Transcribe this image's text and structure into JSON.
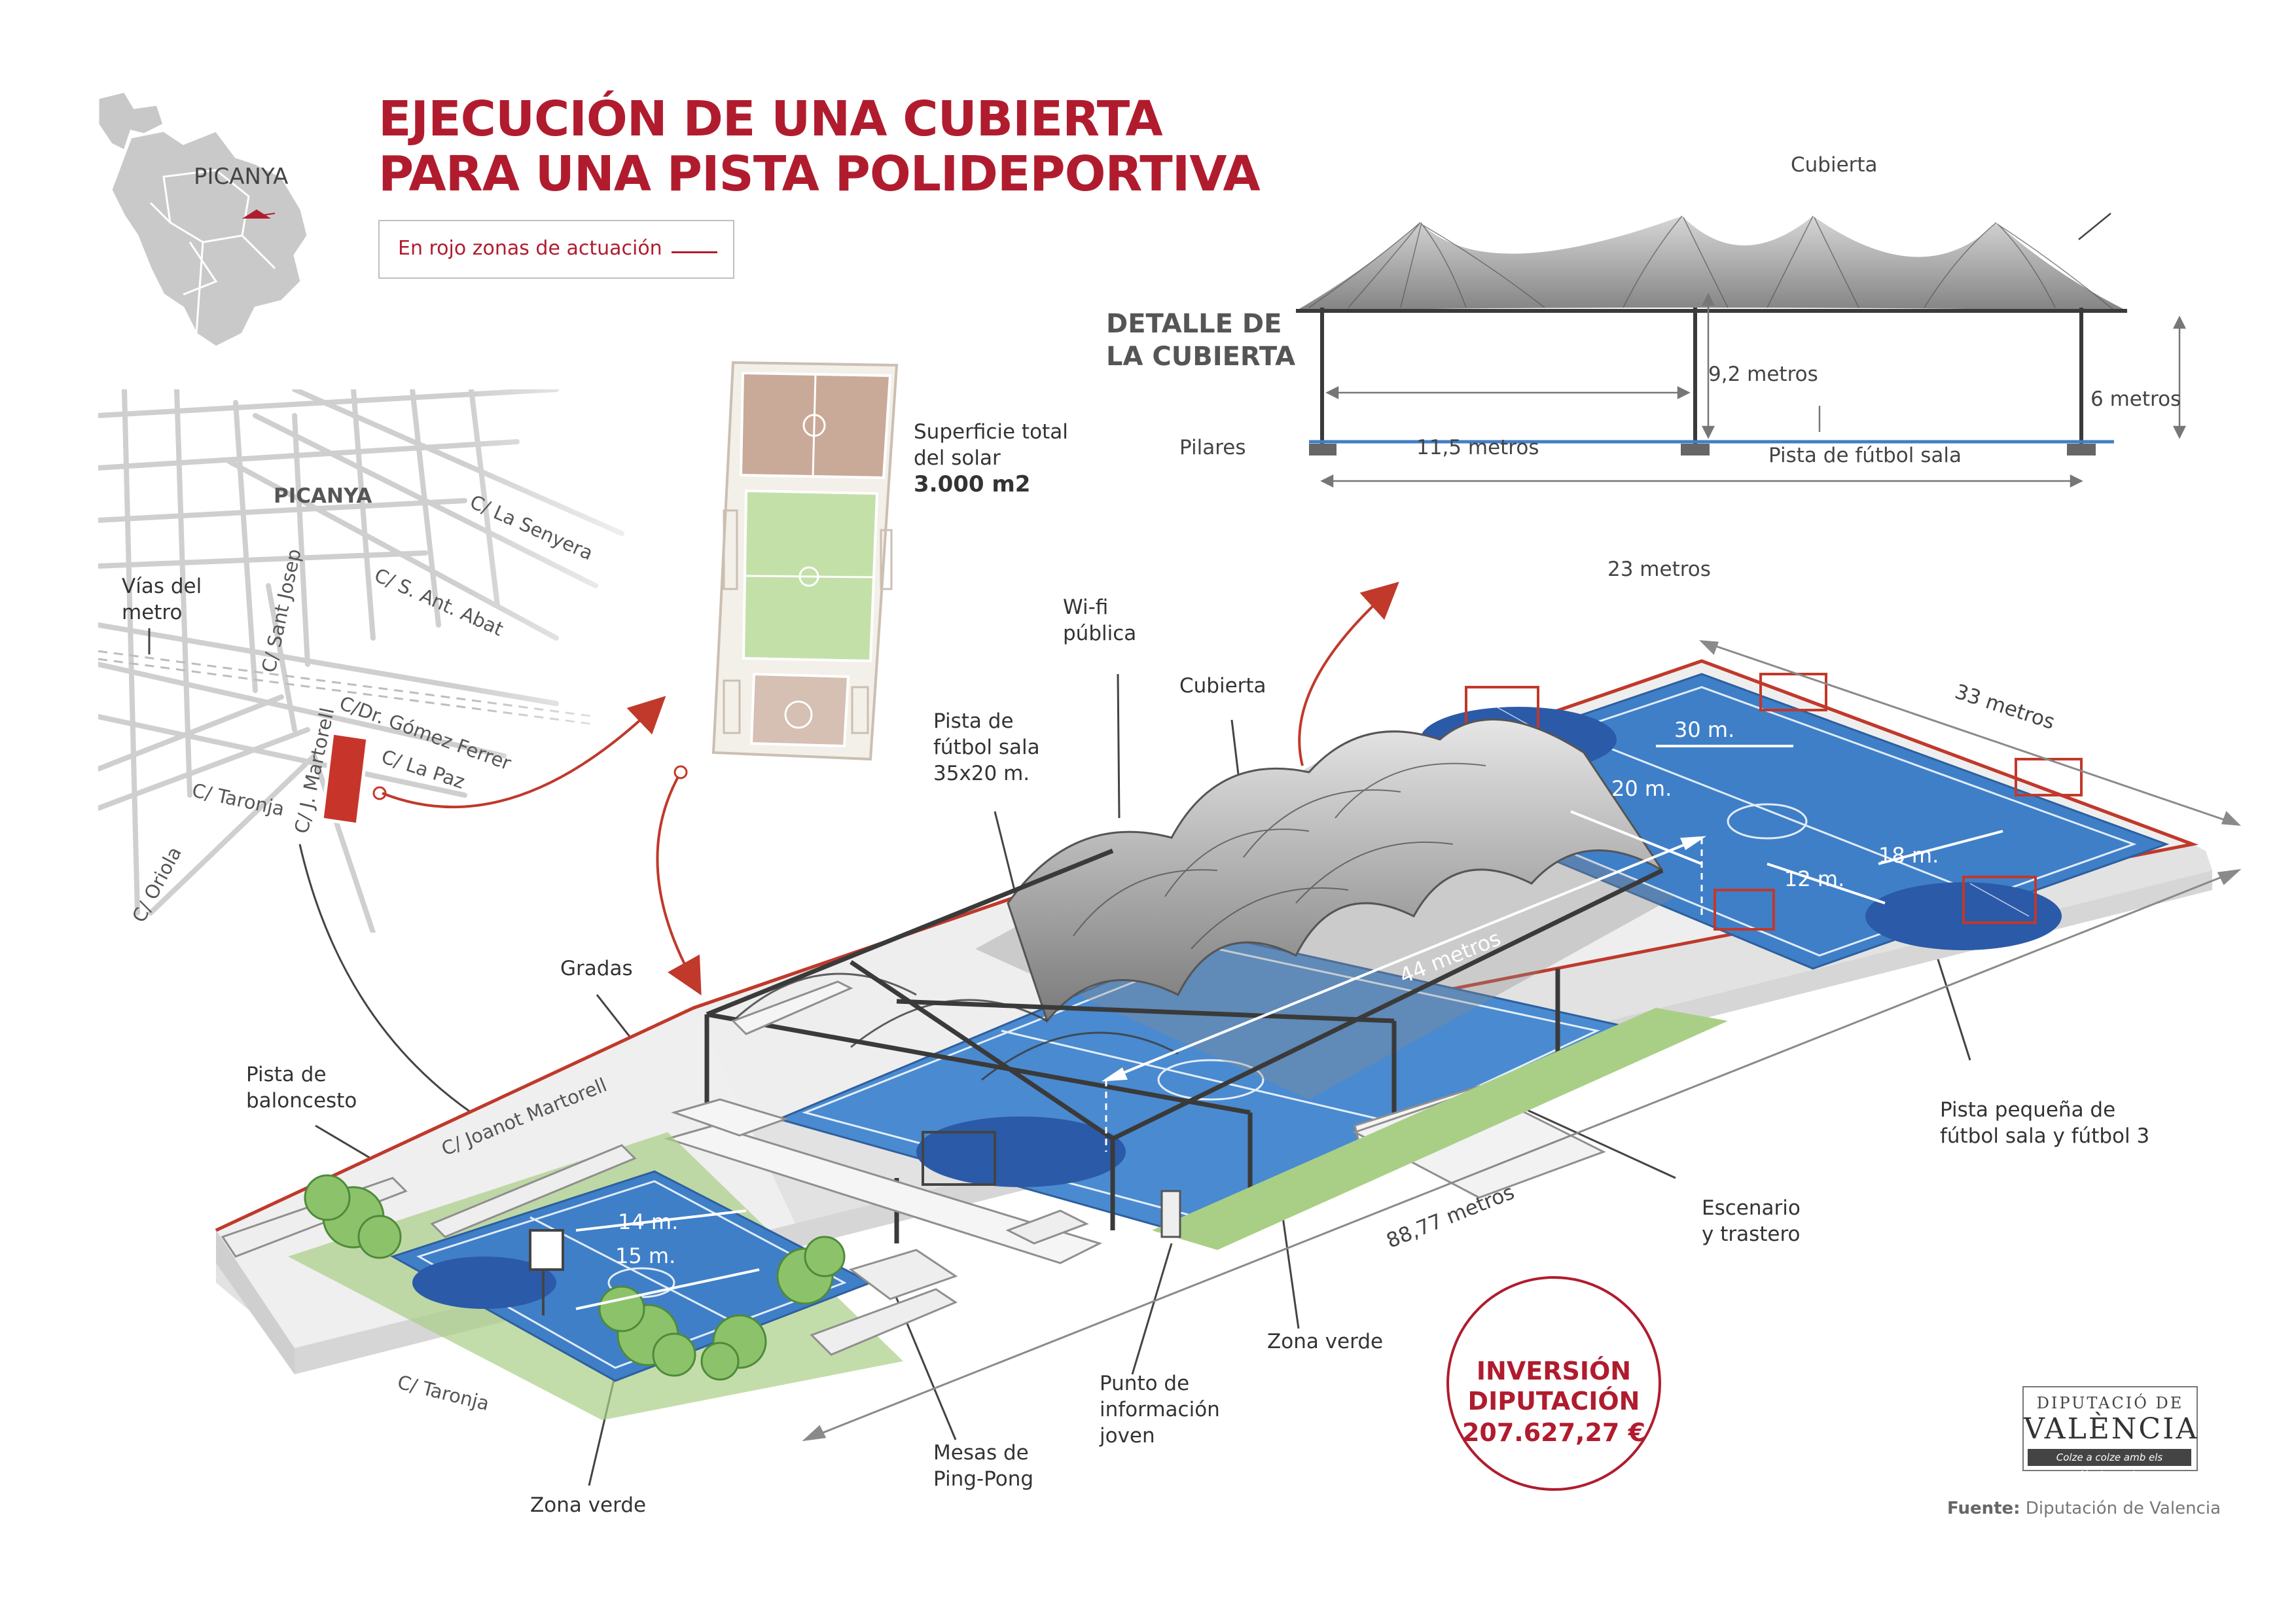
{
  "title": {
    "line1": "EJECUCIÓN DE UNA CUBIERTA",
    "line2": "PARA UNA PISTA POLIDEPORTIVA"
  },
  "legend": {
    "text": "En rojo zonas de actuación"
  },
  "locator_map": {
    "town": "PICANYA"
  },
  "street_map": {
    "town": "PICANYA",
    "metro_label_1": "Vías del",
    "metro_label_2": "metro",
    "streets": {
      "senyera": "C/ La Senyera",
      "ant_abat": "C/ S. Ant. Abat",
      "sant_josep": "C/ Sant Josep",
      "gomez_ferrer": "C/Dr. Gómez Ferrer",
      "la_paz": "C/ La Paz",
      "taronja": "C/ Taronja",
      "martorell": "C/ J. Martorell",
      "oriola": "C/ Oriola"
    }
  },
  "plot_info": {
    "line1": "Superficie total",
    "line2": "del solar",
    "area": "3.000 m2"
  },
  "detail": {
    "header1": "DETALLE DE",
    "header2": "LA CUBIERTA",
    "cubierta": "Cubierta",
    "height_center": "9,2 metros",
    "height_side": "6 metros",
    "pilares": "Pilares",
    "half_width": "11,5 metros",
    "court": "Pista de fútbol sala",
    "total_width": "23 metros"
  },
  "labels": {
    "wifi_1": "Wi-fi",
    "wifi_2": "pública",
    "cubierta": "Cubierta",
    "futsal_1": "Pista de",
    "futsal_2": "fútbol sala",
    "futsal_3": "35x20 m.",
    "gradas": "Gradas",
    "basket_1": "Pista de",
    "basket_2": "baloncesto",
    "small_court_1": "Pista pequeña de",
    "small_court_2": "fútbol sala y fútbol 3",
    "escenario_1": "Escenario",
    "escenario_2": "y trastero",
    "green_right": "Zona verde",
    "green_left": "Zona verde",
    "info_1": "Punto de",
    "info_2": "información",
    "info_3": "joven",
    "pingpong_1": "Mesas de",
    "pingpong_2": "Ping-Pong",
    "street_martorell": "C/ Joanot Martorell",
    "street_taronja": "C/ Taronja"
  },
  "dimensions": {
    "length_44": "44 metros",
    "length_8877": "88,77 metros",
    "width_33": "33 metros",
    "d30": "30 m.",
    "d20": "20 m.",
    "d12": "12 m.",
    "d18": "18 m.",
    "d14": "14 m.",
    "d15": "15 m."
  },
  "investment": {
    "line1": "INVERSIÓN",
    "line2": "DIPUTACIÓN",
    "amount": "207.627,27 €"
  },
  "logo": {
    "line1": "DIPUTACIÓ DE",
    "line2": "VALÈNCIA",
    "tagline": "Colze a colze amb els Ajuntaments"
  },
  "source": {
    "label": "Fuente:",
    "text": "Diputación de Valencia"
  },
  "colors": {
    "accent": "#b01c2e",
    "court_blue": "#3f7fc8",
    "green": "#a9cf86",
    "map_grey": "#cfcfcf"
  }
}
